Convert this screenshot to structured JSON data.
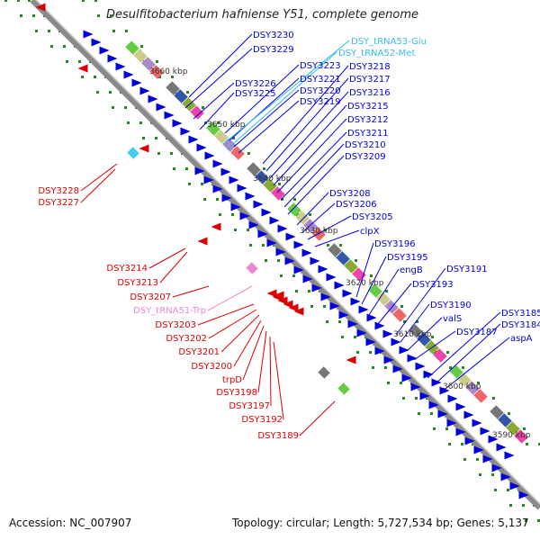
{
  "title": "Desulfitobacterium hafniense Y51, complete genome",
  "footer": {
    "accession": "Accession: NC_007907",
    "summary": "Topology: circular; Length: 5,727,534 bp; Genes: 5,137"
  },
  "colors": {
    "background": "#ffffff",
    "axis": "#8a8a8a",
    "forward_gene": "#0000dd",
    "reverse_gene": "#dd0000",
    "trna_forward": "#33bbee",
    "trna_reverse": "#ee88cc",
    "tick_dot": "#228822"
  },
  "scale_labels": [
    "3660 kbp",
    "3650 kbp",
    "3640 kbp",
    "3630 kbp",
    "3620 kbp",
    "3610 kbp",
    "3600 kbp",
    "3590 kbp"
  ],
  "blue_labels": [
    "DSY3230",
    "DSY3229",
    "DSY3226",
    "DSY3225",
    "DSY3223",
    "DSY3221",
    "DSY3220",
    "DSY3219",
    "DSY3218",
    "DSY3217",
    "DSY3216",
    "DSY3215",
    "DSY3212",
    "DSY3211",
    "DSY3210",
    "DSY3209",
    "DSY3208",
    "DSY3206",
    "DSY3205",
    "clpX",
    "DSY3196",
    "DSY3195",
    "engB",
    "DSY3193",
    "DSY3191",
    "DSY3190",
    "valS",
    "DSY3187",
    "DSY3185",
    "DSY3184",
    "aspA"
  ],
  "cyan_labels": [
    "DSY_tRNA53-Glu",
    "DSY_tRNA52-Met"
  ],
  "red_labels": [
    "DSY3228",
    "DSY3227",
    "DSY3214",
    "DSY3213",
    "DSY3207",
    "DSY3203",
    "DSY3202",
    "DSY3201",
    "DSY3200",
    "trpD",
    "DSY3198",
    "DSY3197",
    "DSY3192",
    "DSY3189"
  ],
  "pink_labels": [
    "DSY_tRNA51-Trp"
  ]
}
